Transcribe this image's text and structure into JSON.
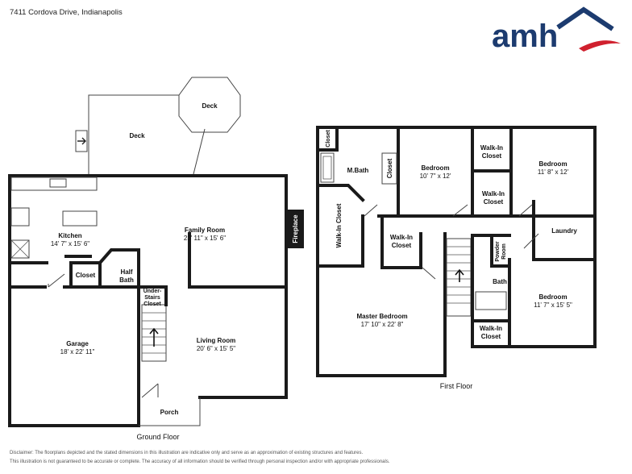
{
  "header": {
    "address": "7411 Cordova Drive, Indianapolis",
    "logo_text": "amh",
    "brand_colors": {
      "navy": "#1c3b6f",
      "red": "#d0202e"
    }
  },
  "ground_floor": {
    "floor_label": "Ground Floor",
    "rooms": {
      "deck_large": {
        "name": "Deck"
      },
      "deck_octagon": {
        "name": "Deck"
      },
      "kitchen": {
        "name": "Kitchen",
        "dims": "14' 7\" x 15' 6\""
      },
      "family_room": {
        "name": "Family Room",
        "dims": "23' 11\" x 15' 6\""
      },
      "closet": {
        "name": "Closet"
      },
      "half_bath": {
        "name_line1": "Half",
        "name_line2": "Bath"
      },
      "under_stairs": {
        "line1": "Under-",
        "line2": "Stairs",
        "line3": "Closet"
      },
      "fireplace": {
        "name": "Fireplace"
      },
      "garage": {
        "name": "Garage",
        "dims": "18' x 22' 11\""
      },
      "living_room": {
        "name": "Living Room",
        "dims": "20' 6\" x 15' 5\""
      },
      "porch": {
        "name": "Porch"
      }
    }
  },
  "first_floor": {
    "floor_label": "First Floor",
    "rooms": {
      "closet_small": {
        "name": "Closet"
      },
      "m_bath": {
        "name": "M.Bath"
      },
      "closet_bath": {
        "name": "Closet"
      },
      "bedroom_1": {
        "name": "Bedroom",
        "dims": "10' 7\" x 12'"
      },
      "walkin_closet_1": {
        "line1": "Walk-In",
        "line2": "Closet"
      },
      "walkin_closet_2": {
        "line1": "Walk-In",
        "line2": "Closet"
      },
      "bedroom_2": {
        "name": "Bedroom",
        "dims": "11' 8\" x 12'"
      },
      "walkin_closet_master": {
        "name": "Walk-In Closet"
      },
      "walkin_closet_hall": {
        "line1": "Walk-In",
        "line2": "Closet"
      },
      "powder_room": {
        "line1": "Powder",
        "line2": "Room"
      },
      "bath": {
        "name": "Bath"
      },
      "laundry": {
        "name": "Laundry"
      },
      "master_bedroom": {
        "name": "Master Bedroom",
        "dims": "17' 10\" x 22' 8\""
      },
      "bedroom_3": {
        "name": "Bedroom",
        "dims": "11' 7\" x 15' 5\""
      },
      "walkin_closet_3": {
        "line1": "Walk-In",
        "line2": "Closet"
      }
    }
  },
  "footer": {
    "disclaimer_line1": "Disclaimer: The floorplans depicted and the stated dimensions in this illustration are indicative only and serve as an approximation of existing structures and features.",
    "disclaimer_line2": "This illustration is not guaranteed to be accurate or complete. The accuracy of all information should be verified through personal inspection and/or with appropriate professionals."
  }
}
